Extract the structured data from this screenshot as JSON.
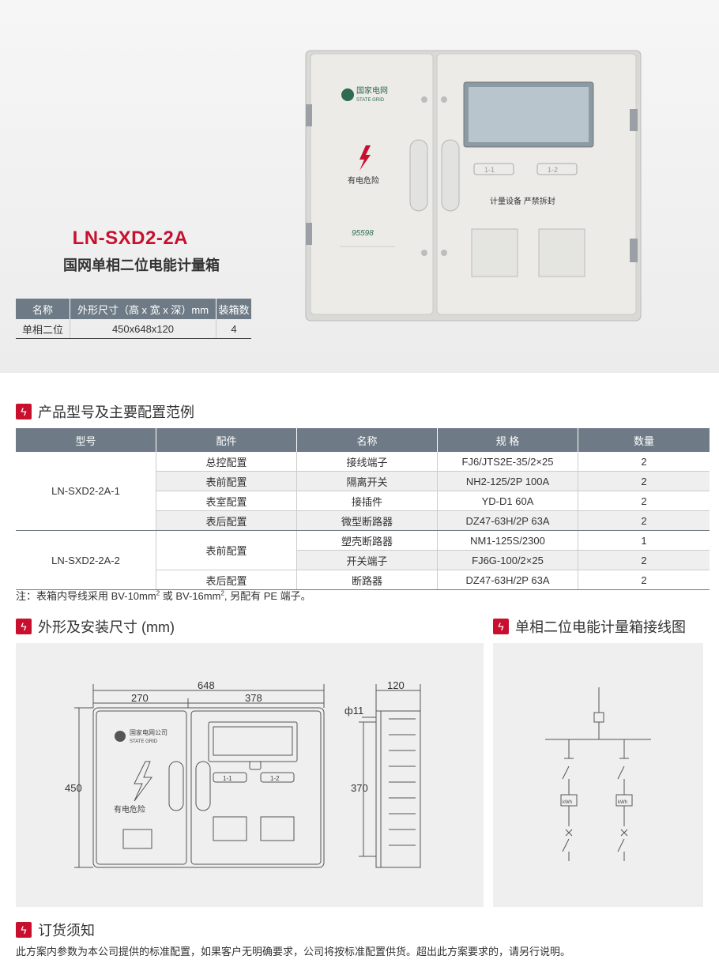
{
  "product": {
    "model": "LN-SXD2-2A",
    "name": "国网单相二位电能计量箱"
  },
  "photo": {
    "logo_cn": "国家电网",
    "logo_en": "STATE GRID",
    "danger_text": "有电危险",
    "hotline": "95598",
    "slot_1": "1-1",
    "slot_2": "1-2",
    "seal_text": "计量设备 严禁拆封"
  },
  "spec_table": {
    "headers": [
      "名称",
      "外形尺寸（高 x 宽 x 深）mm",
      "装箱数"
    ],
    "row": [
      "单相二位",
      "450x648x120",
      "4"
    ]
  },
  "sections": {
    "config": "产品型号及主要配置范例",
    "dimensions": "外形及安装尺寸 (mm)",
    "wiring": "单相二位电能计量箱接线图",
    "order": "订货须知"
  },
  "config_table": {
    "headers": [
      "型号",
      "配件",
      "名称",
      "规 格",
      "数量"
    ],
    "group1": {
      "model": "LN-SXD2-2A-1",
      "rows": [
        [
          "总控配置",
          "接线端子",
          "FJ6/JTS2E-35/2×25",
          "2"
        ],
        [
          "表前配置",
          "隔离开关",
          "NH2-125/2P 100A",
          "2"
        ],
        [
          "表室配置",
          "接插件",
          "YD-D1 60A",
          "2"
        ],
        [
          "表后配置",
          "微型断路器",
          "DZ47-63H/2P 63A",
          "2"
        ]
      ]
    },
    "group2": {
      "model": "LN-SXD2-2A-2",
      "part_front": "表前配置",
      "rows": [
        [
          "塑壳断路器",
          "NM1-125S/2300",
          "1"
        ],
        [
          "开关端子",
          "FJ6G-100/2×25",
          "2"
        ]
      ],
      "last": [
        "表后配置",
        "断路器",
        "DZ47-63H/2P 63A",
        "2"
      ]
    }
  },
  "note": {
    "prefix": "注：表箱内导线采用 BV-10mm",
    "mid": " 或 BV-16mm",
    "suffix": ", 另配有 PE 端子。",
    "sup": "2"
  },
  "drawing": {
    "width": "648",
    "left_width": "270",
    "right_width": "378",
    "height": "450",
    "depth": "120",
    "hole": "ф11",
    "mount_height": "370",
    "logo_cn": "国家电网公司",
    "logo_en": "STATE GRID",
    "danger_text": "有电危险",
    "slot_1": "1-1",
    "slot_2": "1-2"
  },
  "wiring": {
    "meter_label": "kWh"
  },
  "footer": "此方案内参数为本公司提供的标准配置，如果客户无明确要求，公司将按标准配置供货。超出此方案要求的，请另行说明。",
  "colors": {
    "accent": "#c8102e",
    "header": "#6e7a85"
  }
}
